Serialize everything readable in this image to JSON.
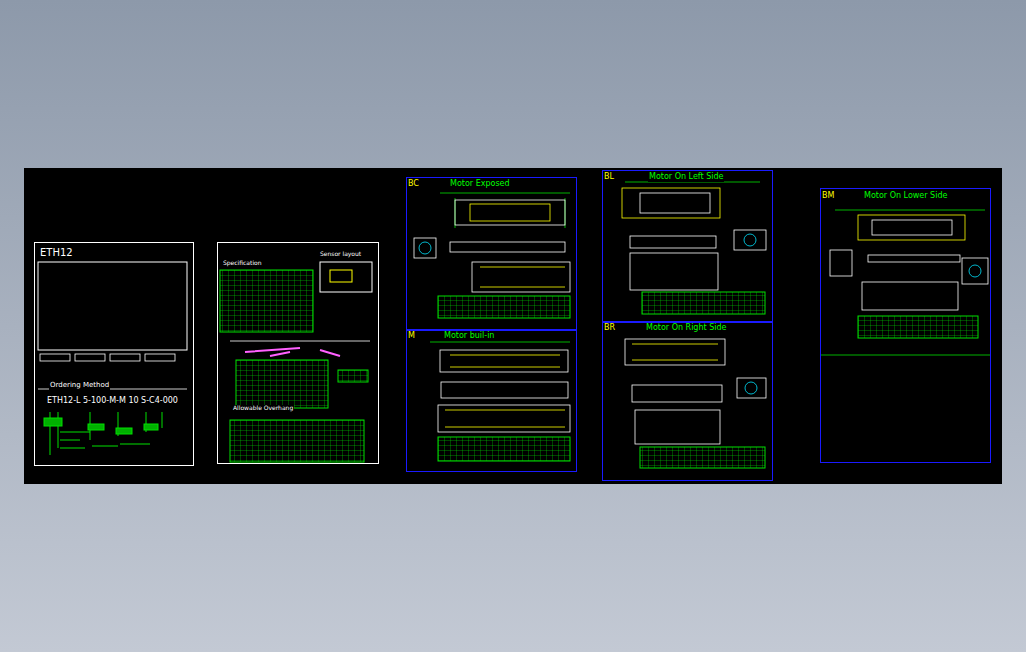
{
  "diagram": {
    "nodes": [
      {
        "text": [
          "ETH12",
          "Ordering Method"
        ]
      },
      {
        "text": [
          "Specification",
          "Sensor layout",
          "Allowable Overhang"
        ]
      },
      {
        "text": [
          "BC",
          "Motor Exposed"
        ]
      },
      {
        "text": [
          "M",
          "Motor buil-in"
        ]
      },
      {
        "text": [
          "BL",
          "Motor On Left Side"
        ]
      },
      {
        "text": [
          "BR",
          "Motor On Right Side"
        ]
      },
      {
        "text": [
          "BM",
          "Motor On Lower Side"
        ]
      }
    ],
    "labels": [
      "ETH12-L 5-100-M-M 10 S-C4-000"
    ]
  }
}
